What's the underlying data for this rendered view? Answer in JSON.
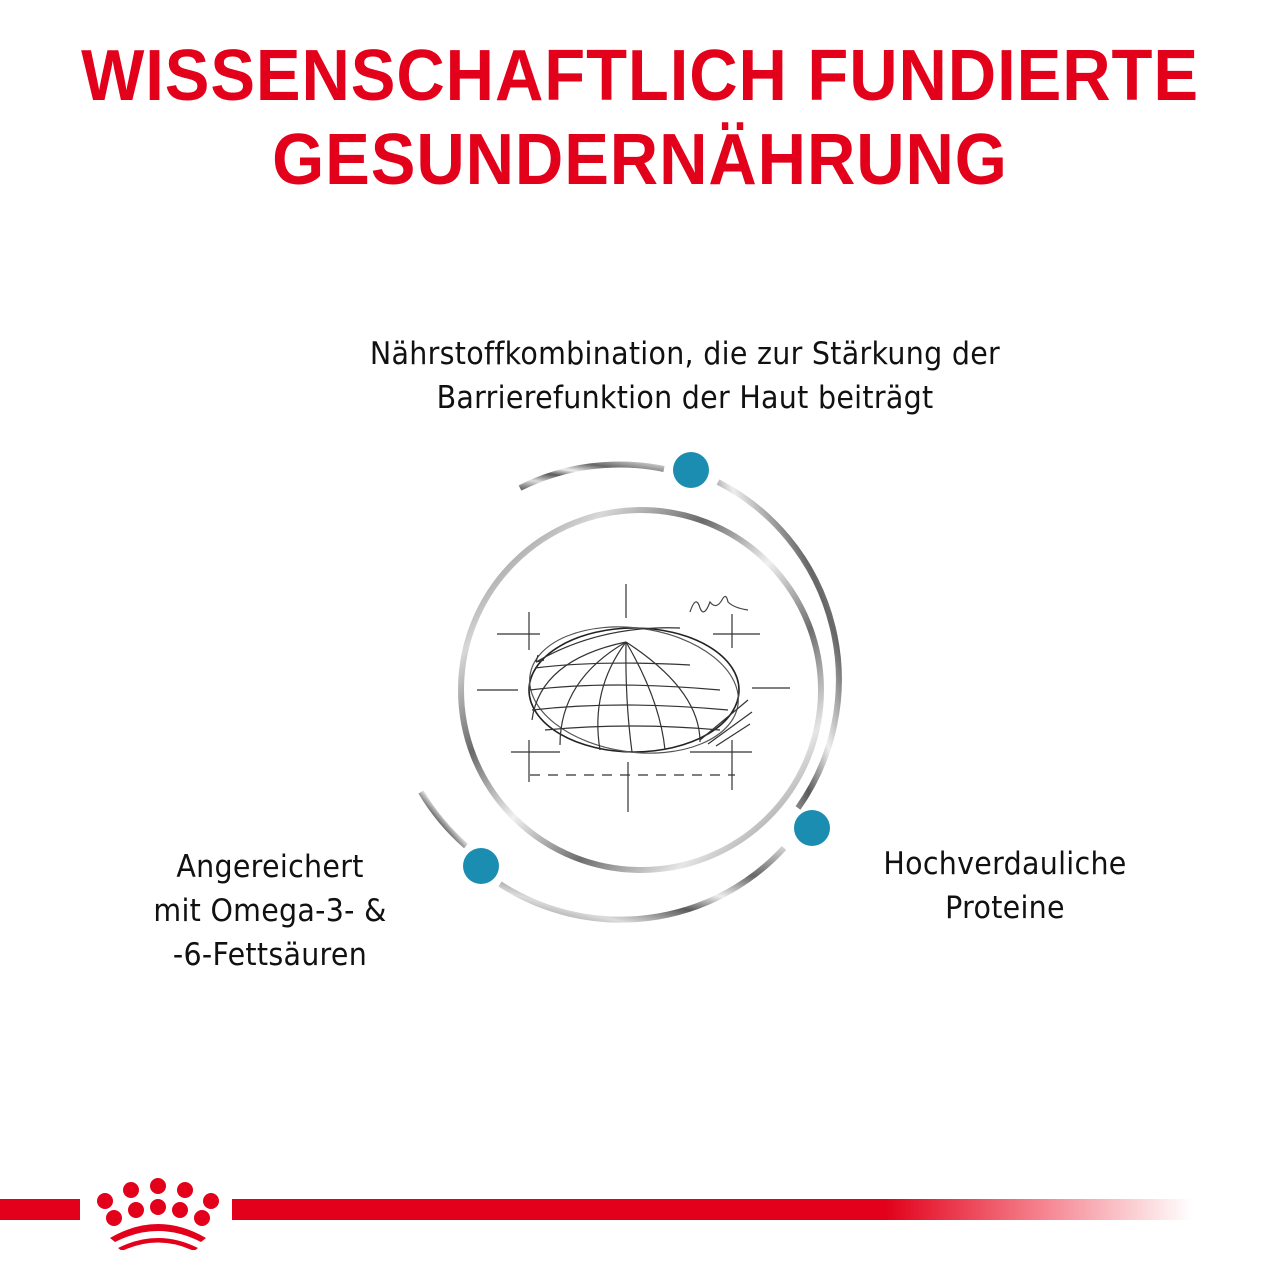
{
  "headline": {
    "line1": "WISSENSCHAFTLICH FUNDIERTE",
    "line2": "GESUNDERNÄHRUNG",
    "color": "#e2001a"
  },
  "benefits": {
    "top": {
      "line1": "Nährstoffkombination, die zur Stärkung der",
      "line2": "Barrierefunktion der Haut beiträgt"
    },
    "left": {
      "line1": "Angereichert",
      "line2": "mit Omega-3- &",
      "line3": "-6-Fettsäuren"
    },
    "right": {
      "line1": "Hochverdauliche",
      "line2": "Proteine"
    }
  },
  "diagram": {
    "center_image": "kibble-sketch",
    "dot_color": "#1a8db0",
    "ring_color": "#8a8a8a"
  },
  "footer": {
    "logo": "royal-crown-logo",
    "bar_color": "#e2001a"
  }
}
